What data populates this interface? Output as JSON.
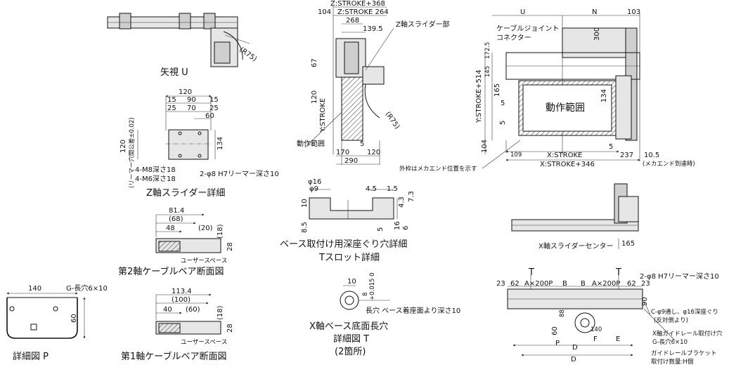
{
  "labels": {
    "view_u": "矢視 U",
    "r75_a": "(R75)",
    "dim_120": "120",
    "dim_15a": "15",
    "dim_90": "90",
    "dim_15b": "15",
    "dim_25a": "25",
    "dim_70": "70",
    "dim_25b": "25",
    "dim_60a": "60",
    "dim_134a": "134",
    "dim_120v": "120",
    "ream_tol": "(リーマー穴間公差±0.02)",
    "m8": "4-M8深さ18",
    "m6": "4-M6深さ18",
    "phi8_ream": "2-φ8 H7リーマー深さ10",
    "z_slider_detail": "Z軸スライダー詳細",
    "dim_81_4": "81.4",
    "dim_68": "(68)",
    "dim_48": "48",
    "dim_20": "(20)",
    "dim_18a": "(18)",
    "dim_28a": "28",
    "user_space_a": "ユーザースペース",
    "cable_2nd": "第2軸ケーブルベア断面図",
    "dim_140p": "140",
    "g_hole": "G-長穴6×10",
    "dim_60p": "60",
    "detail_p": "詳細図 P",
    "dim_113_4": "113.4",
    "dim_100": "(100)",
    "dim_40": "40",
    "dim_60b": "(60)",
    "dim_18b": "(18)",
    "dim_28b": "28",
    "user_space_b": "ユーザースペース",
    "cable_1st": "第1軸ケーブルベア断面図",
    "z_stroke_368": "Z:STROKE+368",
    "dim_104a": "104",
    "z_stroke_264": "Z:STROKE 264",
    "dim_268": "268",
    "dim_139_5": "139.5",
    "z_slider_part": "Z軸スライダー部",
    "dim_67": "67",
    "dim_120y": "120",
    "y_stroke": "Y:STROKE",
    "r75_b": "(R75)",
    "motion_range_a": "動作範囲",
    "dim_170": "170",
    "dim_120b": "120",
    "dim_5a": "5",
    "dim_290": "290",
    "phi16": "φ16",
    "phi9": "φ9",
    "dim_10a": "10",
    "dim_4_5": "4.5",
    "dim_1_5": "1.5",
    "dim_4_3": "4.3",
    "dim_7_3": "7.3",
    "dim_8_5": "8.5",
    "dim_5b": "5",
    "dim_16": "16",
    "dim_6": "6",
    "base_cb_detail": "ベース取付け用深座ぐり穴詳細",
    "t_slot_detail": "Tスロット詳細",
    "dim_10b": "10",
    "dim_8_tol": "8",
    "tol_val": "+0.015 0",
    "long_hole_note": "長穴 ベース着座面より深さ10",
    "x_base_long_hole": "X軸ベース底面長穴",
    "detail_t": "詳細図 T",
    "two_places": "(2箇所)",
    "u_mark": "U",
    "dim_N": "N",
    "dim_103": "103",
    "cable_joint": "ケーブルジョイント",
    "connector": "コネクター",
    "dim_300": "300",
    "y_stroke_514": "Y:STROKE+514",
    "dim_172_5": "172.5",
    "dim_145": "145",
    "dim_165a": "165",
    "dim_134b": "134",
    "motion_range_b": "動作範囲",
    "dim_5c": "5",
    "dim_5d": "5",
    "dim_104b": "104",
    "dim_109": "109",
    "x_stroke": "X:STROKE",
    "dim_5e": "5",
    "dim_237": "237",
    "dim_10_5": "10.5",
    "frame_note": "外枠はメカエンド位置を示す",
    "x_stroke_346": "X:STROKE+346",
    "mech_end": "(メカエンド到達時)",
    "x_slider_center": "X軸スライダーセンター",
    "dim_165b": "165",
    "t_left": "T",
    "t_right": "T",
    "phi8_ream_b": "2-φ8 H7リーマー深さ10",
    "dim_23a": "23",
    "dim_62a": "62",
    "a_200p_a": "A×200P",
    "b_a": "B",
    "b_b": "B",
    "a_200p_b": "A×200P",
    "dim_62b": "62",
    "dim_23b": "23",
    "dim_90b": "90",
    "c_hole": "C-φ9通し、φ16深座ぐり",
    "c_hole_sub": "(反対側より)",
    "dim_60c": "60",
    "dim_140b": "140",
    "dim_88": "88",
    "dim_F": "F",
    "dim_E": "E",
    "x_rail_hole": "X軸ガイドレール取付け穴",
    "g_hole_b": "G-長穴6×10",
    "p_mark": "P",
    "dim_D1": "D",
    "guide_bracket": "ガイドレールブラケット",
    "bracket_qty": "取付け数量:H個",
    "dim_D2": "D"
  }
}
